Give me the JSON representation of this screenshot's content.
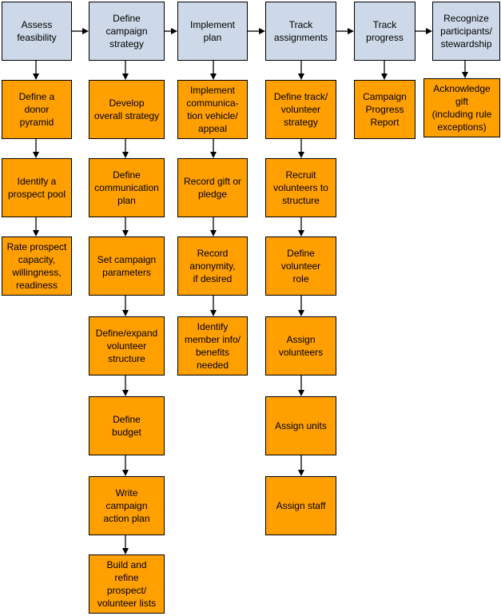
{
  "columns": [
    {
      "header": "Assess\nfeasibility",
      "steps": [
        "Define a\ndonor\npyramid",
        "Identify a\nprospect pool",
        "Rate prospect\ncapacity,\nwillingness,\nreadiness"
      ]
    },
    {
      "header": "Define\ncampaign\nstrategy",
      "steps": [
        "Develop\noverall strategy",
        "Define\ncommunication\nplan",
        "Set campaign\nparameters",
        "Define/expand\nvolunteer\nstructure",
        "Define\nbudget",
        "Write\ncampaign\naction plan",
        "Build and\nrefine\nprospect/\nvolunteer lists"
      ]
    },
    {
      "header": "Implement\nplan",
      "steps": [
        "Implement\ncommunica-\ntion vehicle/\nappeal",
        "Record gift or\npledge",
        "Record\nanonymity,\nif desired",
        "Identify\nmember info/\nbenefits\nneeded"
      ]
    },
    {
      "header": "Track\nassignments",
      "steps": [
        "Define track/\nvolunteer\nstrategy",
        "Recruit\nvolunteers to\nstructure",
        "Define\nvolunteer\nrole",
        "Assign\nvolunteers",
        "Assign units",
        "Assign staff"
      ]
    },
    {
      "header": "Track\nprogress",
      "steps": [
        "Campaign\nProgress\nReport"
      ]
    },
    {
      "header": "Recognize\nparticipants/\nstewardship",
      "steps": [
        "Acknowledge\ngift\n(including rule\nexceptions)"
      ]
    }
  ],
  "colors": {
    "header_fill": "#cdd9e8",
    "step_fill": "#ff9f00",
    "line": "#000000"
  }
}
